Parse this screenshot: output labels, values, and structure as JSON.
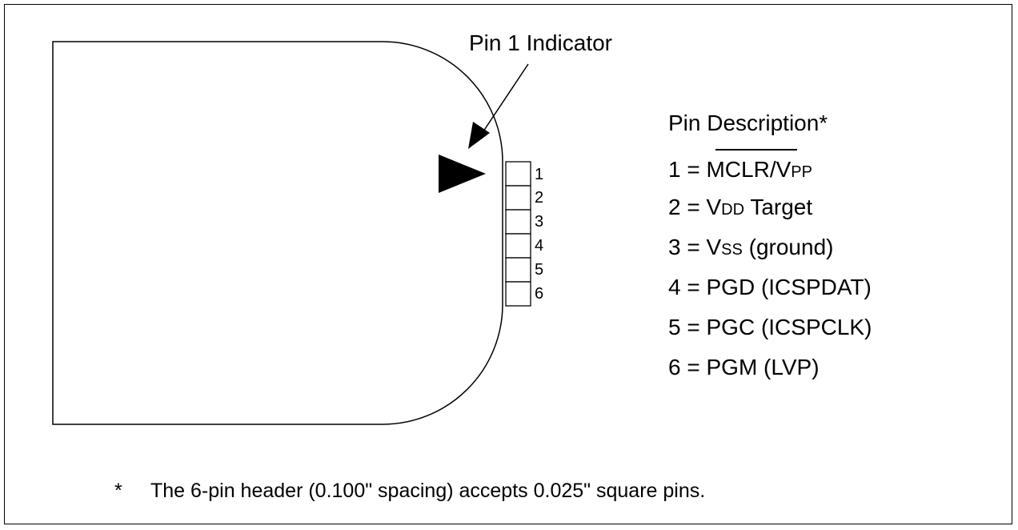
{
  "callout": {
    "pin1_indicator": "Pin 1 Indicator"
  },
  "header_pins": [
    "1",
    "2",
    "3",
    "4",
    "5",
    "6"
  ],
  "pin_description": {
    "title": "Pin Description*",
    "pin1": {
      "prefix": "1 = ",
      "mclr": "MCLR",
      "slash": "/",
      "v": "V",
      "sub": "PP"
    },
    "pin2": {
      "prefix": "2 = ",
      "v": "V",
      "sub": "DD",
      "suffix": " Target"
    },
    "pin3": {
      "prefix": "3 = ",
      "v": "V",
      "sub": "SS",
      "suffix": " (ground)"
    },
    "pin4": "4 = PGD (ICSPDAT)",
    "pin5": "5 = PGC (ICSPCLK)",
    "pin6": "6 = PGM (LVP)"
  },
  "footnote": {
    "marker": "*",
    "text": "The 6-pin header (0.100\" spacing) accepts 0.025\" square pins."
  }
}
